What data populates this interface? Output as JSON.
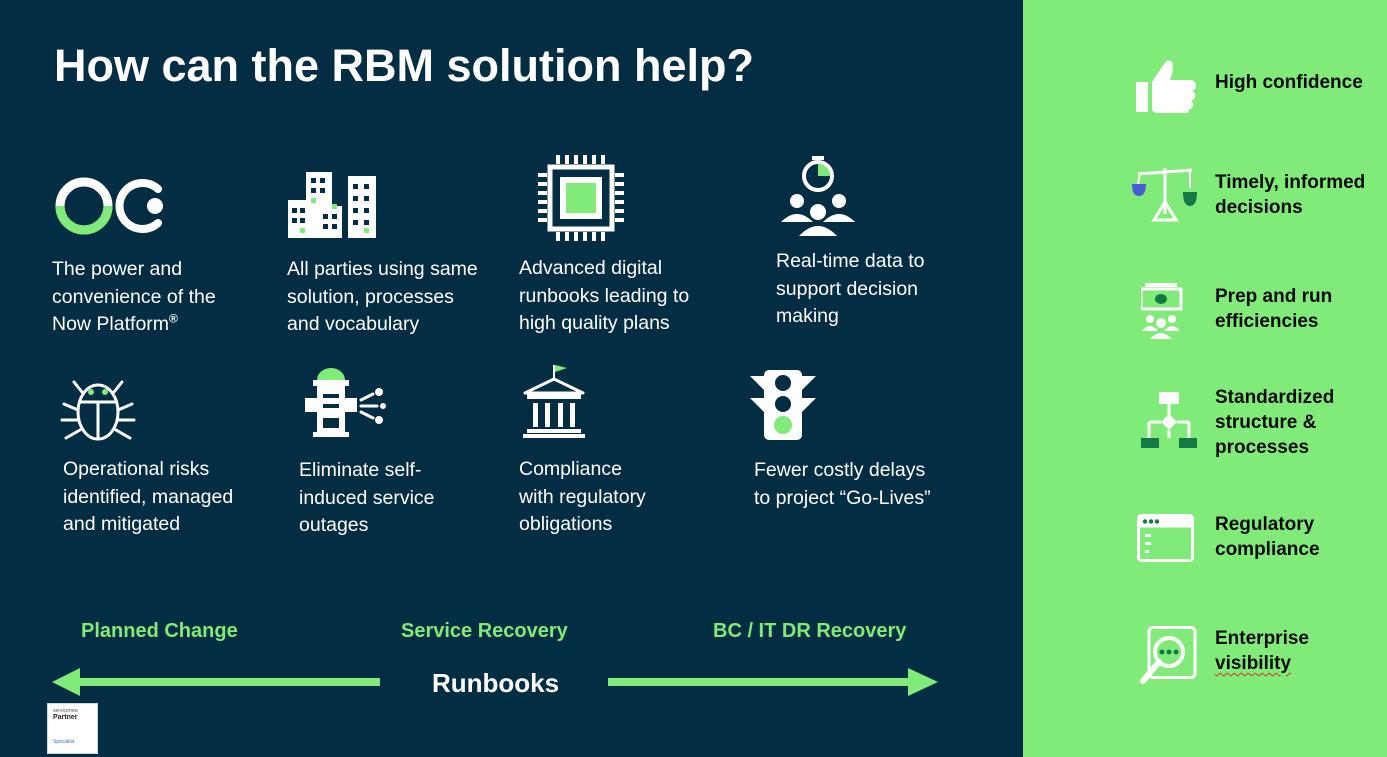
{
  "title": "How can the RBM solution help?",
  "cards": [
    {
      "text": "The power and\nconvenience of the\nNow Platform",
      "sup": "®",
      "icon": "now-platform-logo-icon"
    },
    {
      "text": "All parties using same\nsolution, processes\nand vocabulary",
      "icon": "buildings-icon"
    },
    {
      "text": "Advanced digital\nrunbooks leading to\nhigh quality plans",
      "icon": "cpu-chip-icon"
    },
    {
      "text": "Real-time data to\nsupport decision\nmaking",
      "icon": "team-stopwatch-icon"
    },
    {
      "text": "Operational risks\nidentified, managed\nand mitigated",
      "icon": "bug-icon"
    },
    {
      "text": "Eliminate self-\ninduced service\noutages",
      "icon": "fire-hydrant-icon"
    },
    {
      "text": "Compliance\nwith regulatory\nobligations",
      "icon": "government-building-icon"
    },
    {
      "text": "Fewer costly delays\nto project “Go-Lives”",
      "icon": "traffic-light-icon"
    }
  ],
  "categories": {
    "planned_change": "Planned Change",
    "service_recovery": "Service Recovery",
    "dr_recovery": "BC / IT DR Recovery"
  },
  "runbooks_label": "Runbooks",
  "badge": {
    "brand": "servicenow",
    "partner": "Partner",
    "level": "Specialist"
  },
  "benefits": [
    {
      "label": "High confidence",
      "icon": "thumbs-up-icon"
    },
    {
      "label": "Timely, informed\ndecisions",
      "icon": "balance-scale-icon"
    },
    {
      "label": "Prep and run\nefficiencies",
      "icon": "money-team-icon"
    },
    {
      "label": "Standardized\nstructure &\nprocesses",
      "icon": "flowchart-icon"
    },
    {
      "label": "Regulatory\ncompliance",
      "icon": "browser-window-icon"
    },
    {
      "label": "Enterprise\n",
      "label_b": "visibility",
      "icon": "magnifier-icon"
    }
  ],
  "colors": {
    "navy": "#032d42",
    "green": "#81eb79",
    "white": "#ffffff",
    "text_dark": "#0a0a0a"
  }
}
